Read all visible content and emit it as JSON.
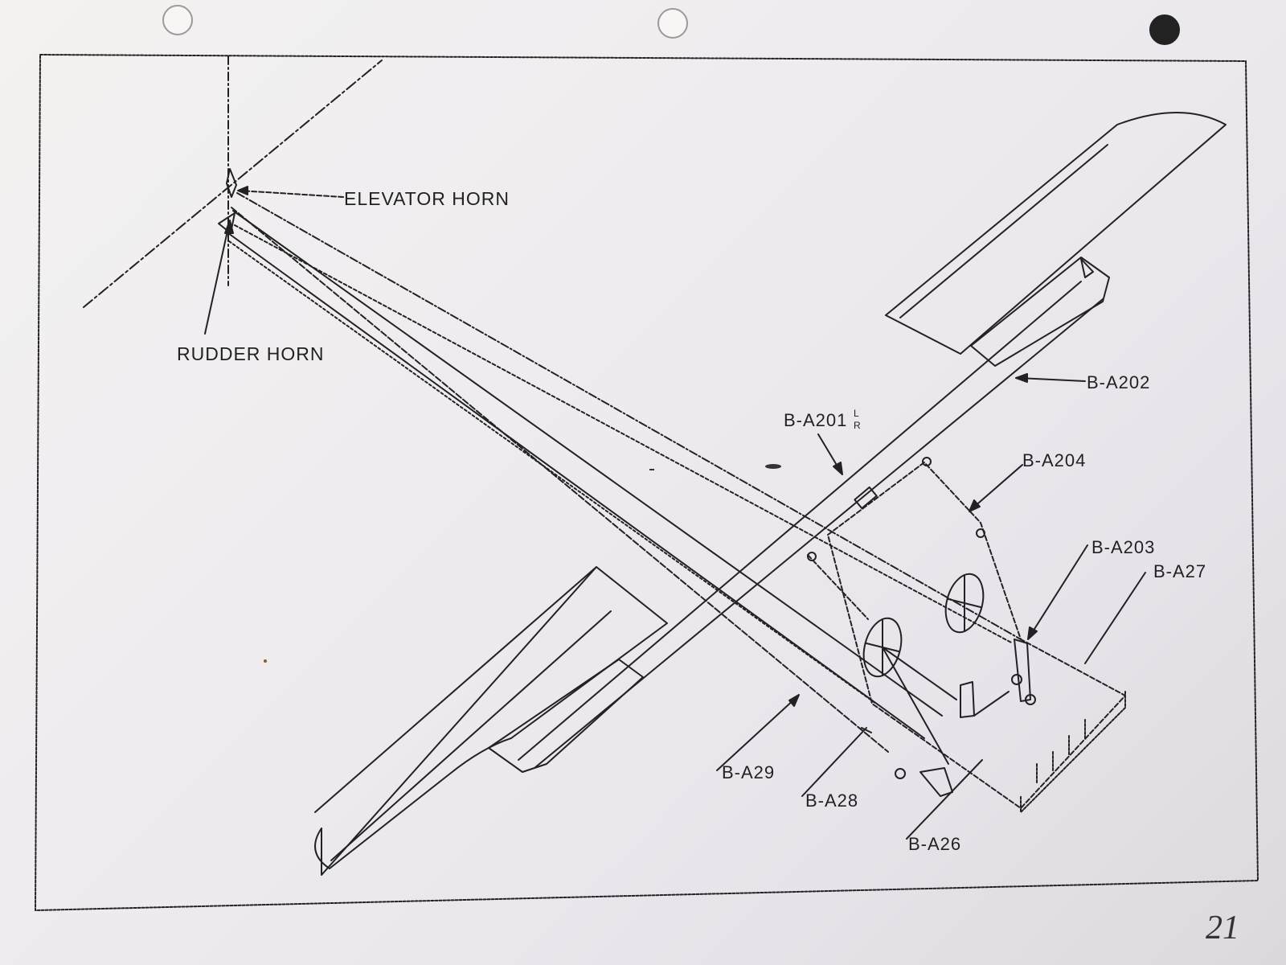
{
  "labels": {
    "elevator_horn": "ELEVATOR HORN",
    "rudder_horn": "RUDDER HORN",
    "b_a202": "B-A202",
    "b_a201": "B-A201",
    "b_a201_sup": "L",
    "b_a201_sub": "R",
    "b_a204": "B-A204",
    "b_a203": "B-A203",
    "b_a27": "B-A27",
    "b_a29": "B-A29",
    "b_a28": "B-A28",
    "b_a26": "B-A26"
  },
  "page_number": "21",
  "colors": {
    "ink": "#222222",
    "paper": "#eeebef"
  }
}
